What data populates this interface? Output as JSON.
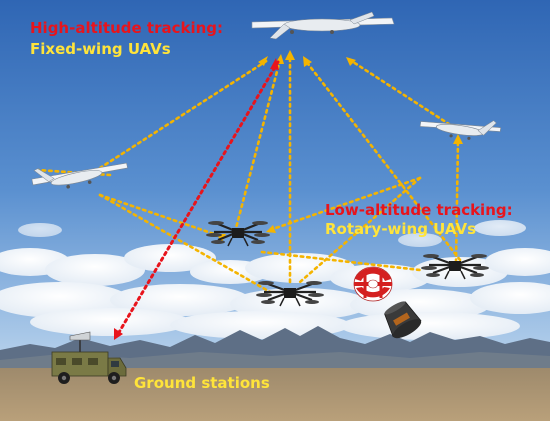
{
  "labels": {
    "high_title": "High-altitude tracking:",
    "high_sub": "Fixed-wing UAVs",
    "low_title": "Low-altitude tracking:",
    "low_sub": "Rotary-wing UAVs",
    "ground": "Ground stations"
  },
  "colors": {
    "high_label": "#e8141c",
    "sub_label": "#ffe43a",
    "link_line": "#f4b400",
    "ground_link": "#e8141c"
  },
  "icons": [
    "fixed-wing-uav-icon",
    "rotary-wing-uav-icon",
    "parachute-icon",
    "capsule-icon",
    "ground-station-vehicle-icon"
  ]
}
